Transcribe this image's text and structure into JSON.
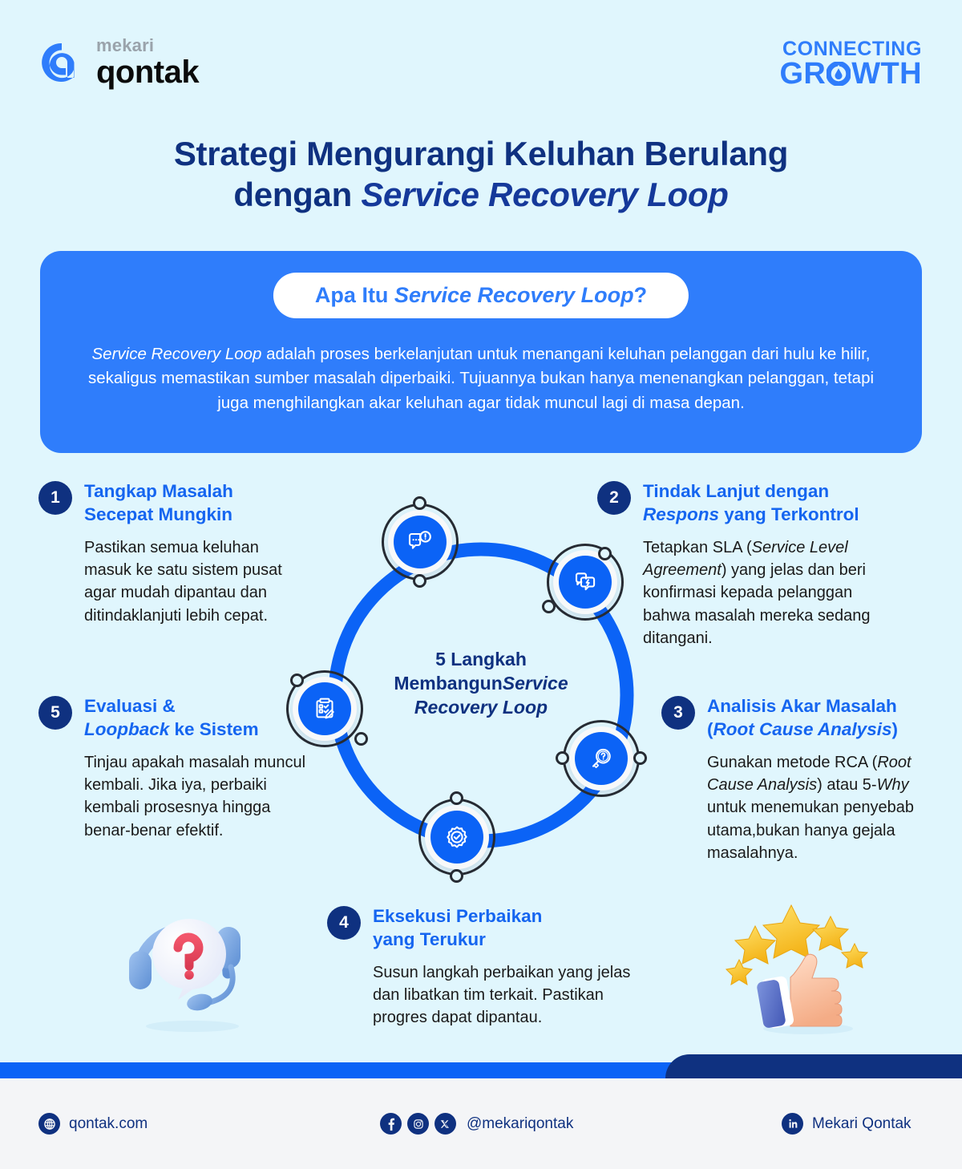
{
  "brand": {
    "logo_small": "mekari",
    "logo_main": "qontak",
    "campaign_line1": "CONNECTING",
    "campaign_line2_a": "GR",
    "campaign_line2_b": "WTH"
  },
  "title": {
    "line1": "Strategi Mengurangi Keluhan Berulang",
    "line2_plain": "dengan ",
    "line2_em": "Service Recovery Loop"
  },
  "intro": {
    "pill_plain_1": "Apa Itu ",
    "pill_em": "Service Recovery Loop",
    "pill_plain_2": "?",
    "body_em": "Service Recovery Loop",
    "body_text": " adalah proses berkelanjutan untuk menangani keluhan pelanggan dari hulu ke hilir, sekaligus memastikan sumber masalah diperbaiki. Tujuannya bukan hanya menenangkan pelanggan, tetapi juga menghilangkan akar keluhan agar tidak muncul lagi di masa depan."
  },
  "loop": {
    "center_line1": "5 Langkah",
    "center_line2_plain": "Membangun",
    "center_line2_em": "Service",
    "center_line3_em": "Recovery Loop",
    "nodes": [
      {
        "icon": "chat-alert-icon"
      },
      {
        "icon": "chat-response-icon"
      },
      {
        "icon": "magnifier-question-icon"
      },
      {
        "icon": "gear-check-icon"
      },
      {
        "icon": "clipboard-check-icon"
      }
    ]
  },
  "steps": [
    {
      "number": "1",
      "title_a": "Tangkap Masalah",
      "title_b": "Secepat Mungkin",
      "body": "Pastikan semua keluhan masuk ke satu sistem pusat agar mudah dipantau dan ditindaklanjuti lebih cepat."
    },
    {
      "number": "2",
      "title_a": "Tindak Lanjut dengan",
      "title_em": "Respons",
      "title_b": " yang Terkontrol",
      "body_1": "Tetapkan SLA (",
      "body_em": "Service Level Agreement",
      "body_2": ") yang jelas dan beri konfirmasi kepada pelanggan bahwa masalah mereka sedang ditangani."
    },
    {
      "number": "3",
      "title_a": "Analisis Akar Masalah",
      "title_b_open": "(",
      "title_em": "Root Cause Analysis",
      "title_b_close": ")",
      "body_1": "Gunakan metode RCA (",
      "body_em": "Root Cause Analysis",
      "body_2": ") atau 5-",
      "body_em2": "Why",
      "body_3": " untuk menemukan penyebab utama,bukan hanya gejala masalahnya."
    },
    {
      "number": "4",
      "title_a": "Eksekusi Perbaikan",
      "title_b": "yang Terukur",
      "body": "Susun langkah perbaikan yang jelas dan libatkan tim terkait. Pastikan progres dapat dipantau."
    },
    {
      "number": "5",
      "title_a": "Evaluasi &",
      "title_em": "Loopback",
      "title_b": " ke Sistem",
      "body": "Tinjau apakah masalah muncul kembali. Jika iya, perbaiki kembali prosesnya hingga benar-benar efektif."
    }
  ],
  "footer": {
    "website": "qontak.com",
    "social_handle": "@mekariqontak",
    "linkedin": "Mekari Qontak"
  },
  "colors": {
    "page_bg": "#e0f6fd",
    "brand_blue": "#0b63f6",
    "accent_blue": "#2f7dfb",
    "navy": "#0f3180",
    "footer_bg": "#f4f5f7",
    "dark_ring": "#262b33"
  }
}
